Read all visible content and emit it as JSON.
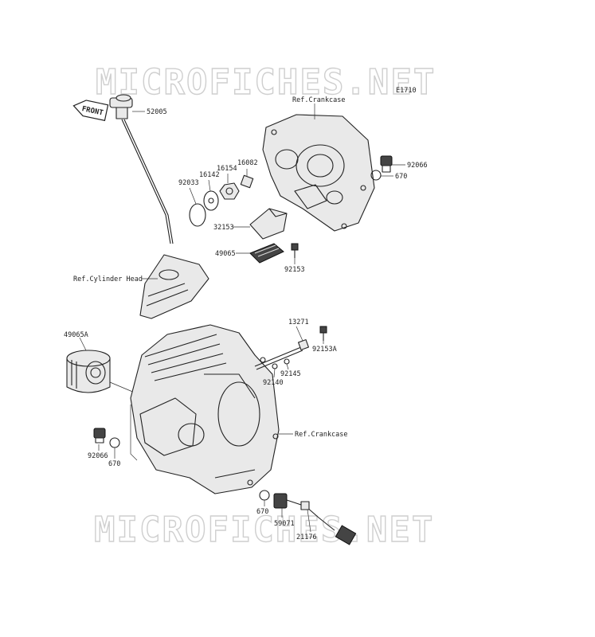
{
  "watermark_top": "MICROFICHES.NET",
  "watermark_bottom": "MICROFICHES.NET",
  "diagram_code": "E1710",
  "front_badge": "FRONT",
  "labels": {
    "p52005": "52005",
    "ref_crankcase_top": "Ref.Crankcase",
    "p92066_top": "92066",
    "p670_top": "670",
    "p16082": "16082",
    "p16154": "16154",
    "p16142": "16142",
    "p92033": "92033",
    "p32153": "32153",
    "p49065": "49065",
    "p92153": "92153",
    "ref_cylinder_head": "Ref.Cylinder Head",
    "p49065A": "49065A",
    "p13271": "13271",
    "p92153A": "92153A",
    "p92145": "92145",
    "p92140": "92140",
    "ref_crankcase_mid": "Ref.Crankcase",
    "p92066_bottom": "92066",
    "p670_left": "670",
    "p670_bottom": "670",
    "p59071": "59071",
    "p21176": "21176"
  }
}
